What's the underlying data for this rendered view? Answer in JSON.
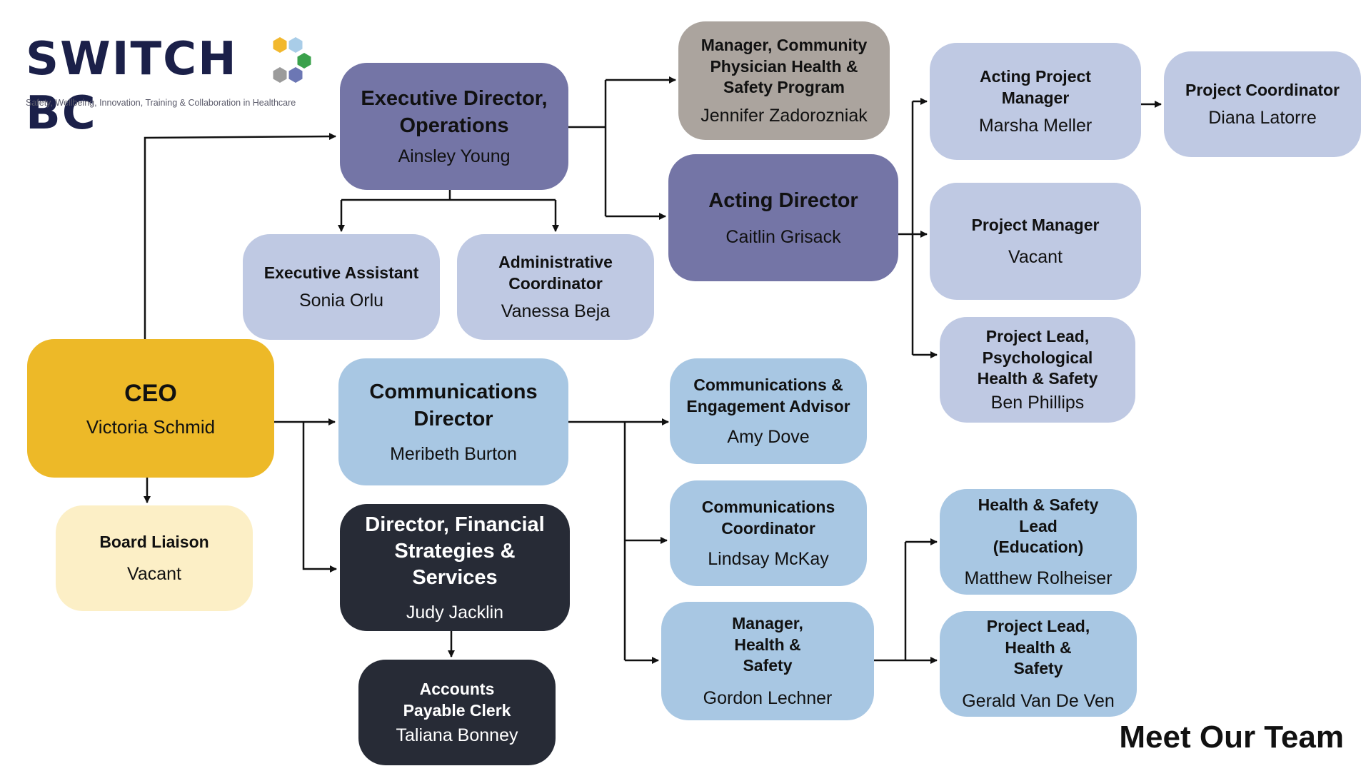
{
  "logo": {
    "wordmark": "SWITCH BC",
    "tagline": "Safety, Wellbeing, Innovation, Training & Collaboration in Healthcare",
    "hex_colors": [
      "#f2b82d",
      "#a9cde8",
      "#3aa14b",
      "#9b9b9b",
      "#6c77b4"
    ]
  },
  "colors": {
    "ceo": "#edb928",
    "purple": "#7475a6",
    "pale_blue": "#bfc9e3",
    "light_blue": "#a8c7e3",
    "dark": "#272b36",
    "cream": "#fcefc6",
    "gray": "#aba49e",
    "connector": "#111111"
  },
  "nodes": {
    "ceo": {
      "title": "CEO",
      "name": "Victoria Schmid"
    },
    "board_liaison": {
      "title": "Board Liaison",
      "name": "Vacant"
    },
    "exec_director_ops": {
      "title": "Executive Director, Operations",
      "name": "Ainsley Young"
    },
    "exec_assistant": {
      "title": "Executive Assistant",
      "name": "Sonia Orlu"
    },
    "admin_coordinator": {
      "title": "Administrative Coordinator",
      "name": "Vanessa Beja"
    },
    "mgr_community_physician": {
      "title": "Manager, Community Physician Health & Safety Program",
      "name": "Jennifer Zadorozniak"
    },
    "acting_director": {
      "title": "Acting Director",
      "name": "Caitlin Grisack"
    },
    "acting_project_manager": {
      "title": "Acting Project Manager",
      "name": "Marsha Meller"
    },
    "project_coordinator": {
      "title": "Project Coordinator",
      "name": "Diana Latorre"
    },
    "project_manager": {
      "title": "Project Manager",
      "name": "Vacant"
    },
    "project_lead_psych": {
      "title": "Project Lead, Psychological Health & Safety",
      "name": "Ben Phillips"
    },
    "communications_director": {
      "title": "Communications Director",
      "name": "Meribeth Burton"
    },
    "comms_engagement_advisor": {
      "title": "Communications & Engagement Advisor",
      "name": "Amy Dove"
    },
    "comms_coordinator": {
      "title": "Communications Coordinator",
      "name": "Lindsay McKay"
    },
    "director_financial": {
      "title": "Director, Financial Strategies & Services",
      "name": "Judy Jacklin"
    },
    "accounts_payable": {
      "title": "Accounts Payable Clerk",
      "name": "Taliana Bonney"
    },
    "mgr_health_safety": {
      "title": "Manager, Health & Safety",
      "name": "Gordon Lechner"
    },
    "hs_lead_education": {
      "title": "Health & Safety Lead (Education)",
      "name": "Matthew Rolheiser"
    },
    "project_lead_hs": {
      "title": "Project Lead, Health & Safety",
      "name": "Gerald Van De Ven"
    }
  },
  "footer": {
    "title": "Meet Our Team"
  }
}
